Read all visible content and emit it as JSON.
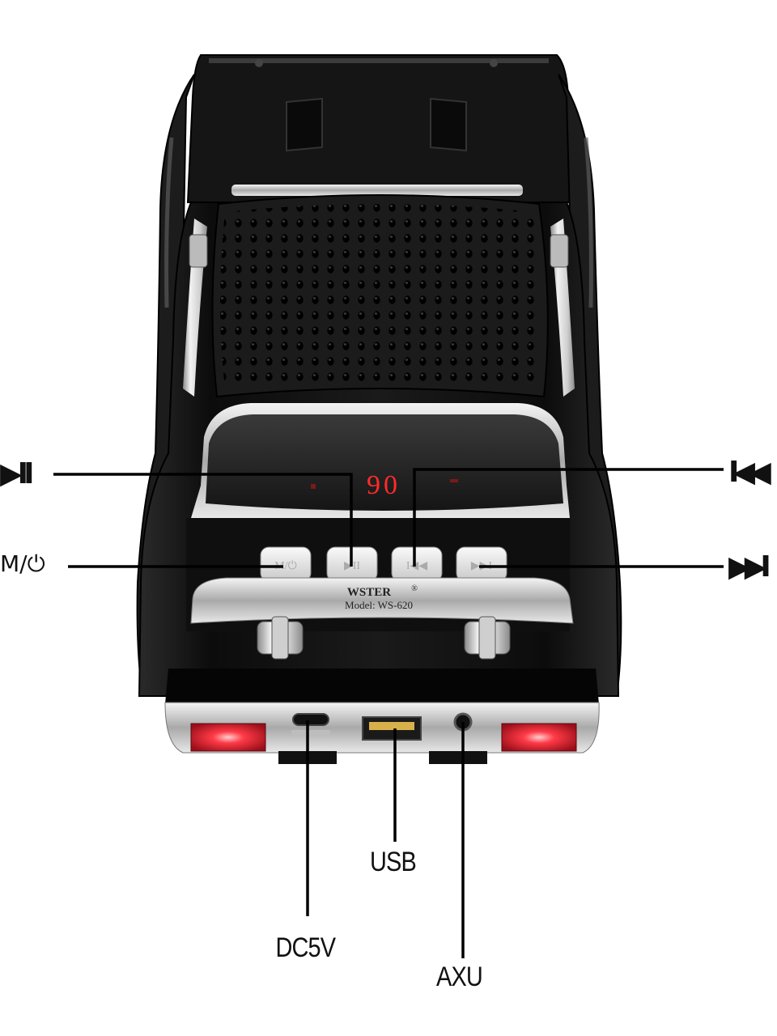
{
  "product": {
    "brand": "WSTER",
    "brand_mark": "®",
    "model": "Model: WS-620",
    "display_reading": "90"
  },
  "callouts": {
    "play_pause": {
      "glyph": "▶II"
    },
    "mode_power": {
      "text": "M/",
      "glyph": "⏻"
    },
    "previous": {
      "glyph": "I◀◀"
    },
    "next": {
      "glyph": "▶▶I"
    }
  },
  "ports": {
    "dc": "DC5V",
    "usb": "USB",
    "aux": "AXU"
  },
  "colors": {
    "body": "#111111",
    "chrome": "#d9d9d9",
    "tail_light": "#e0303c",
    "display_digits": "#ff2a2a",
    "leader_line": "#000000"
  }
}
